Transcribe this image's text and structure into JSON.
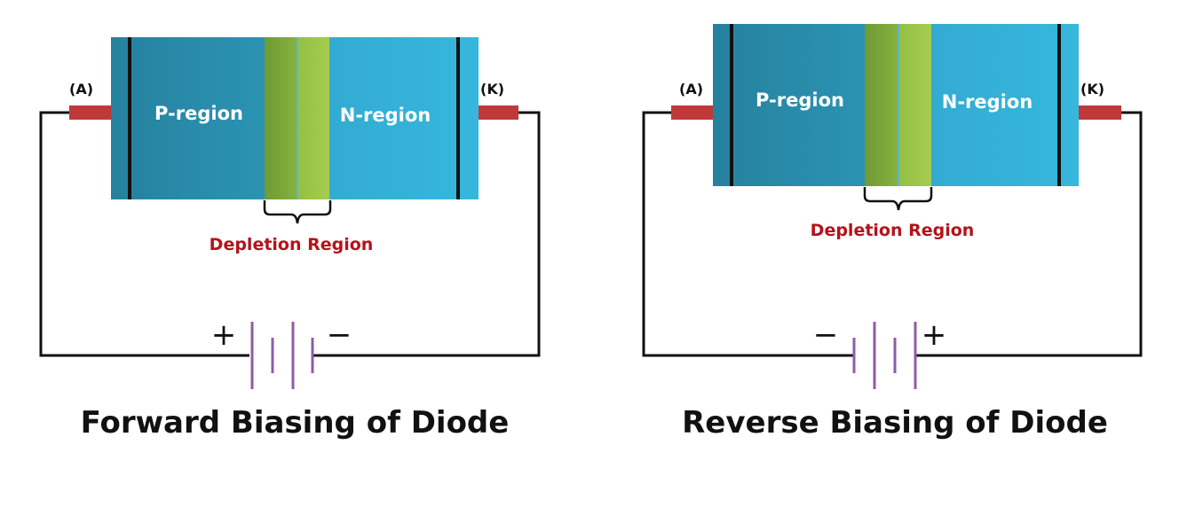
{
  "diagrams": [
    {
      "caption": "Forward Biasing of Diode",
      "anode_label": "(A)",
      "cathode_label": "(K)",
      "p_region_label": "P-region",
      "n_region_label": "N-region",
      "depletion_label": "Depletion Region",
      "battery_left_sign": "+",
      "battery_right_sign": "−"
    },
    {
      "caption": "Reverse Biasing of Diode",
      "anode_label": "(A)",
      "cathode_label": "(K)",
      "p_region_label": "P-region",
      "n_region_label": "N-region",
      "depletion_label": "Depletion Region",
      "battery_left_sign": "−",
      "battery_right_sign": "+"
    }
  ],
  "colors": {
    "p_region": "#2a8fae",
    "n_region": "#35b3d9",
    "depletion_dark": "#7aa63a",
    "depletion_light": "#9fc84a",
    "terminal": "#c0393a",
    "wire": "#111111",
    "battery_plate": "#8e5ca8",
    "depletion_text": "#b5121b"
  }
}
